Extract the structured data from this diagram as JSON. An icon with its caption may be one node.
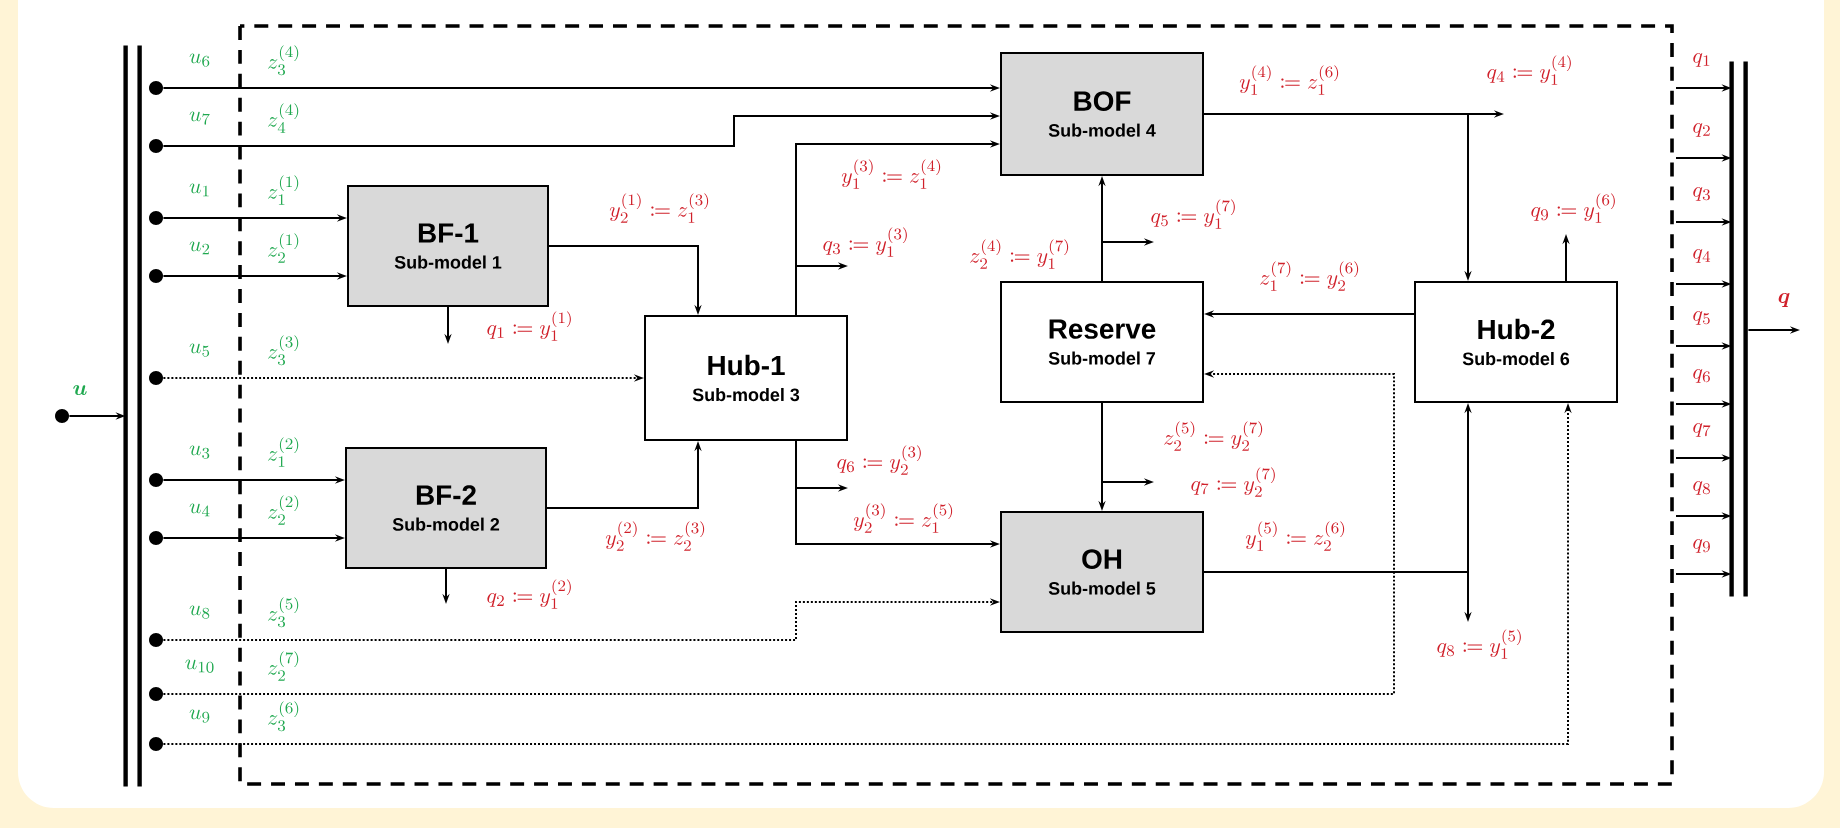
{
  "diagram": {
    "nodes": [
      {
        "text": [
          "BF-1",
          "Sub-model 1"
        ]
      },
      {
        "text": [
          "BF-2",
          "Sub-model 2"
        ]
      },
      {
        "text": [
          "Hub-1",
          "Sub-model 3"
        ]
      },
      {
        "text": [
          "BOF",
          "Sub-model 4"
        ]
      },
      {
        "text": [
          "Reserve",
          "Sub-model 7"
        ]
      },
      {
        "text": [
          "OH",
          "Sub-model 5"
        ]
      },
      {
        "text": [
          "Hub-2",
          "Sub-model 6"
        ]
      },
      {
        "text": [],
        "shape": "bar"
      },
      {
        "text": [],
        "shape": "bar"
      },
      {
        "text": [],
        "shape": "circle"
      },
      {
        "text": [],
        "shape": "circle"
      },
      {
        "text": [],
        "shape": "circle"
      },
      {
        "text": [],
        "shape": "circle"
      },
      {
        "text": [],
        "shape": "circle"
      },
      {
        "text": [],
        "shape": "circle"
      },
      {
        "text": [],
        "shape": "circle"
      },
      {
        "text": [],
        "shape": "circle"
      },
      {
        "text": [],
        "shape": "circle"
      },
      {
        "text": [],
        "shape": "circle"
      },
      {
        "text": [],
        "shape": "circle"
      }
    ],
    "edges": [
      {
        "from": 9,
        "to": 7,
        "arrow": "to",
        "label": "\\boldsymbol{u}"
      },
      {
        "from": 10,
        "to": 3,
        "arrow": "to",
        "label": "u_6"
      },
      {
        "from": 11,
        "to": 3,
        "arrow": "to",
        "label": "u_7"
      },
      {
        "from": 12,
        "to": 0,
        "arrow": "to",
        "label": "u_1"
      },
      {
        "from": 13,
        "to": 0,
        "arrow": "to",
        "label": "u_2"
      },
      {
        "from": 14,
        "to": 2,
        "arrow": "to",
        "label": "u_5",
        "style": "dashed"
      },
      {
        "from": 15,
        "to": 1,
        "arrow": "to",
        "label": "u_3"
      },
      {
        "from": 16,
        "to": 1,
        "arrow": "to",
        "label": "u_4"
      },
      {
        "from": 17,
        "to": 5,
        "arrow": "to",
        "label": "u_8",
        "style": "dashed"
      },
      {
        "from": 18,
        "to": 4,
        "arrow": "to",
        "label": "u_{10}",
        "style": "dashed"
      },
      {
        "from": 19,
        "to": 6,
        "arrow": "to",
        "label": "u_9",
        "style": "dashed"
      },
      {
        "from": 0,
        "to": 2,
        "arrow": "to",
        "label": "y_2^{(1)} \\coloneqq z_1^{(3)}"
      },
      {
        "from": 0,
        "to": null,
        "arrow": "to",
        "label": "q_1 \\coloneqq y_1^{(1)}"
      },
      {
        "from": 1,
        "to": 2,
        "arrow": "to",
        "label": "y_2^{(2)} \\coloneqq z_2^{(3)}"
      },
      {
        "from": 1,
        "to": null,
        "arrow": "to",
        "label": "q_2 \\coloneqq y_1^{(2)}"
      },
      {
        "from": 2,
        "to": 3,
        "arrow": "to",
        "label": "y_1^{(3)} \\coloneqq z_1^{(4)}"
      },
      {
        "from": 2,
        "to": null,
        "arrow": "to",
        "label": "q_3 \\coloneqq y_1^{(3)}"
      },
      {
        "from": 2,
        "to": 5,
        "arrow": "to",
        "label": "y_2^{(3)} \\coloneqq z_1^{(5)}"
      },
      {
        "from": 2,
        "to": null,
        "arrow": "to",
        "label": "q_6 \\coloneqq y_2^{(3)}"
      },
      {
        "from": 4,
        "to": 3,
        "arrow": "to",
        "label": "z_2^{(4)} \\coloneqq y_1^{(7)}"
      },
      {
        "from": 4,
        "to": null,
        "arrow": "to",
        "label": "q_5 \\coloneqq y_1^{(7)}"
      },
      {
        "from": 4,
        "to": 5,
        "arrow": "to",
        "label": "z_2^{(5)} \\coloneqq y_2^{(7)}"
      },
      {
        "from": 4,
        "to": null,
        "arrow": "to",
        "label": "q_7 \\coloneqq y_2^{(7)}"
      },
      {
        "from": 3,
        "to": 6,
        "arrow": "to",
        "label": "y_1^{(4)} \\coloneqq z_1^{(6)}"
      },
      {
        "from": 3,
        "to": null,
        "arrow": "to",
        "label": "q_4 \\coloneqq y_1^{(4)}"
      },
      {
        "from": 6,
        "to": 4,
        "arrow": "to",
        "label": "z_1^{(7)} \\coloneqq y_2^{(6)}"
      },
      {
        "from": 6,
        "to": null,
        "arrow": "to",
        "label": "q_9 \\coloneqq y_1^{(6)}"
      },
      {
        "from": 5,
        "to": 6,
        "arrow": "to",
        "label": "y_1^{(5)} \\coloneqq z_2^{(6)}"
      },
      {
        "from": 5,
        "to": null,
        "arrow": "to",
        "label": "q_8 \\coloneqq y_1^{(5)}"
      },
      {
        "from": null,
        "to": 8,
        "arrow": "to",
        "label": "q_1"
      },
      {
        "from": null,
        "to": 8,
        "arrow": "to",
        "label": "q_2"
      },
      {
        "from": null,
        "to": 8,
        "arrow": "to",
        "label": "q_3"
      },
      {
        "from": null,
        "to": 8,
        "arrow": "to",
        "label": "q_4"
      },
      {
        "from": null,
        "to": 8,
        "arrow": "to",
        "label": "q_5"
      },
      {
        "from": null,
        "to": 8,
        "arrow": "to",
        "label": "q_6"
      },
      {
        "from": null,
        "to": 8,
        "arrow": "to",
        "label": "q_7"
      },
      {
        "from": null,
        "to": 8,
        "arrow": "to",
        "label": "q_8"
      },
      {
        "from": null,
        "to": 8,
        "arrow": "to",
        "label": "q_9"
      },
      {
        "from": 8,
        "to": null,
        "arrow": "to",
        "label": "\\boldsymbol{q}"
      }
    ],
    "labels": [
      "z_3^{(4)}",
      "z_4^{(4)}",
      "z_1^{(1)}",
      "z_2^{(1)}",
      "z_3^{(3)}",
      "z_1^{(2)}",
      "z_2^{(2)}",
      "z_3^{(5)}",
      "z_2^{(7)}",
      "z_3^{(6)}"
    ]
  }
}
